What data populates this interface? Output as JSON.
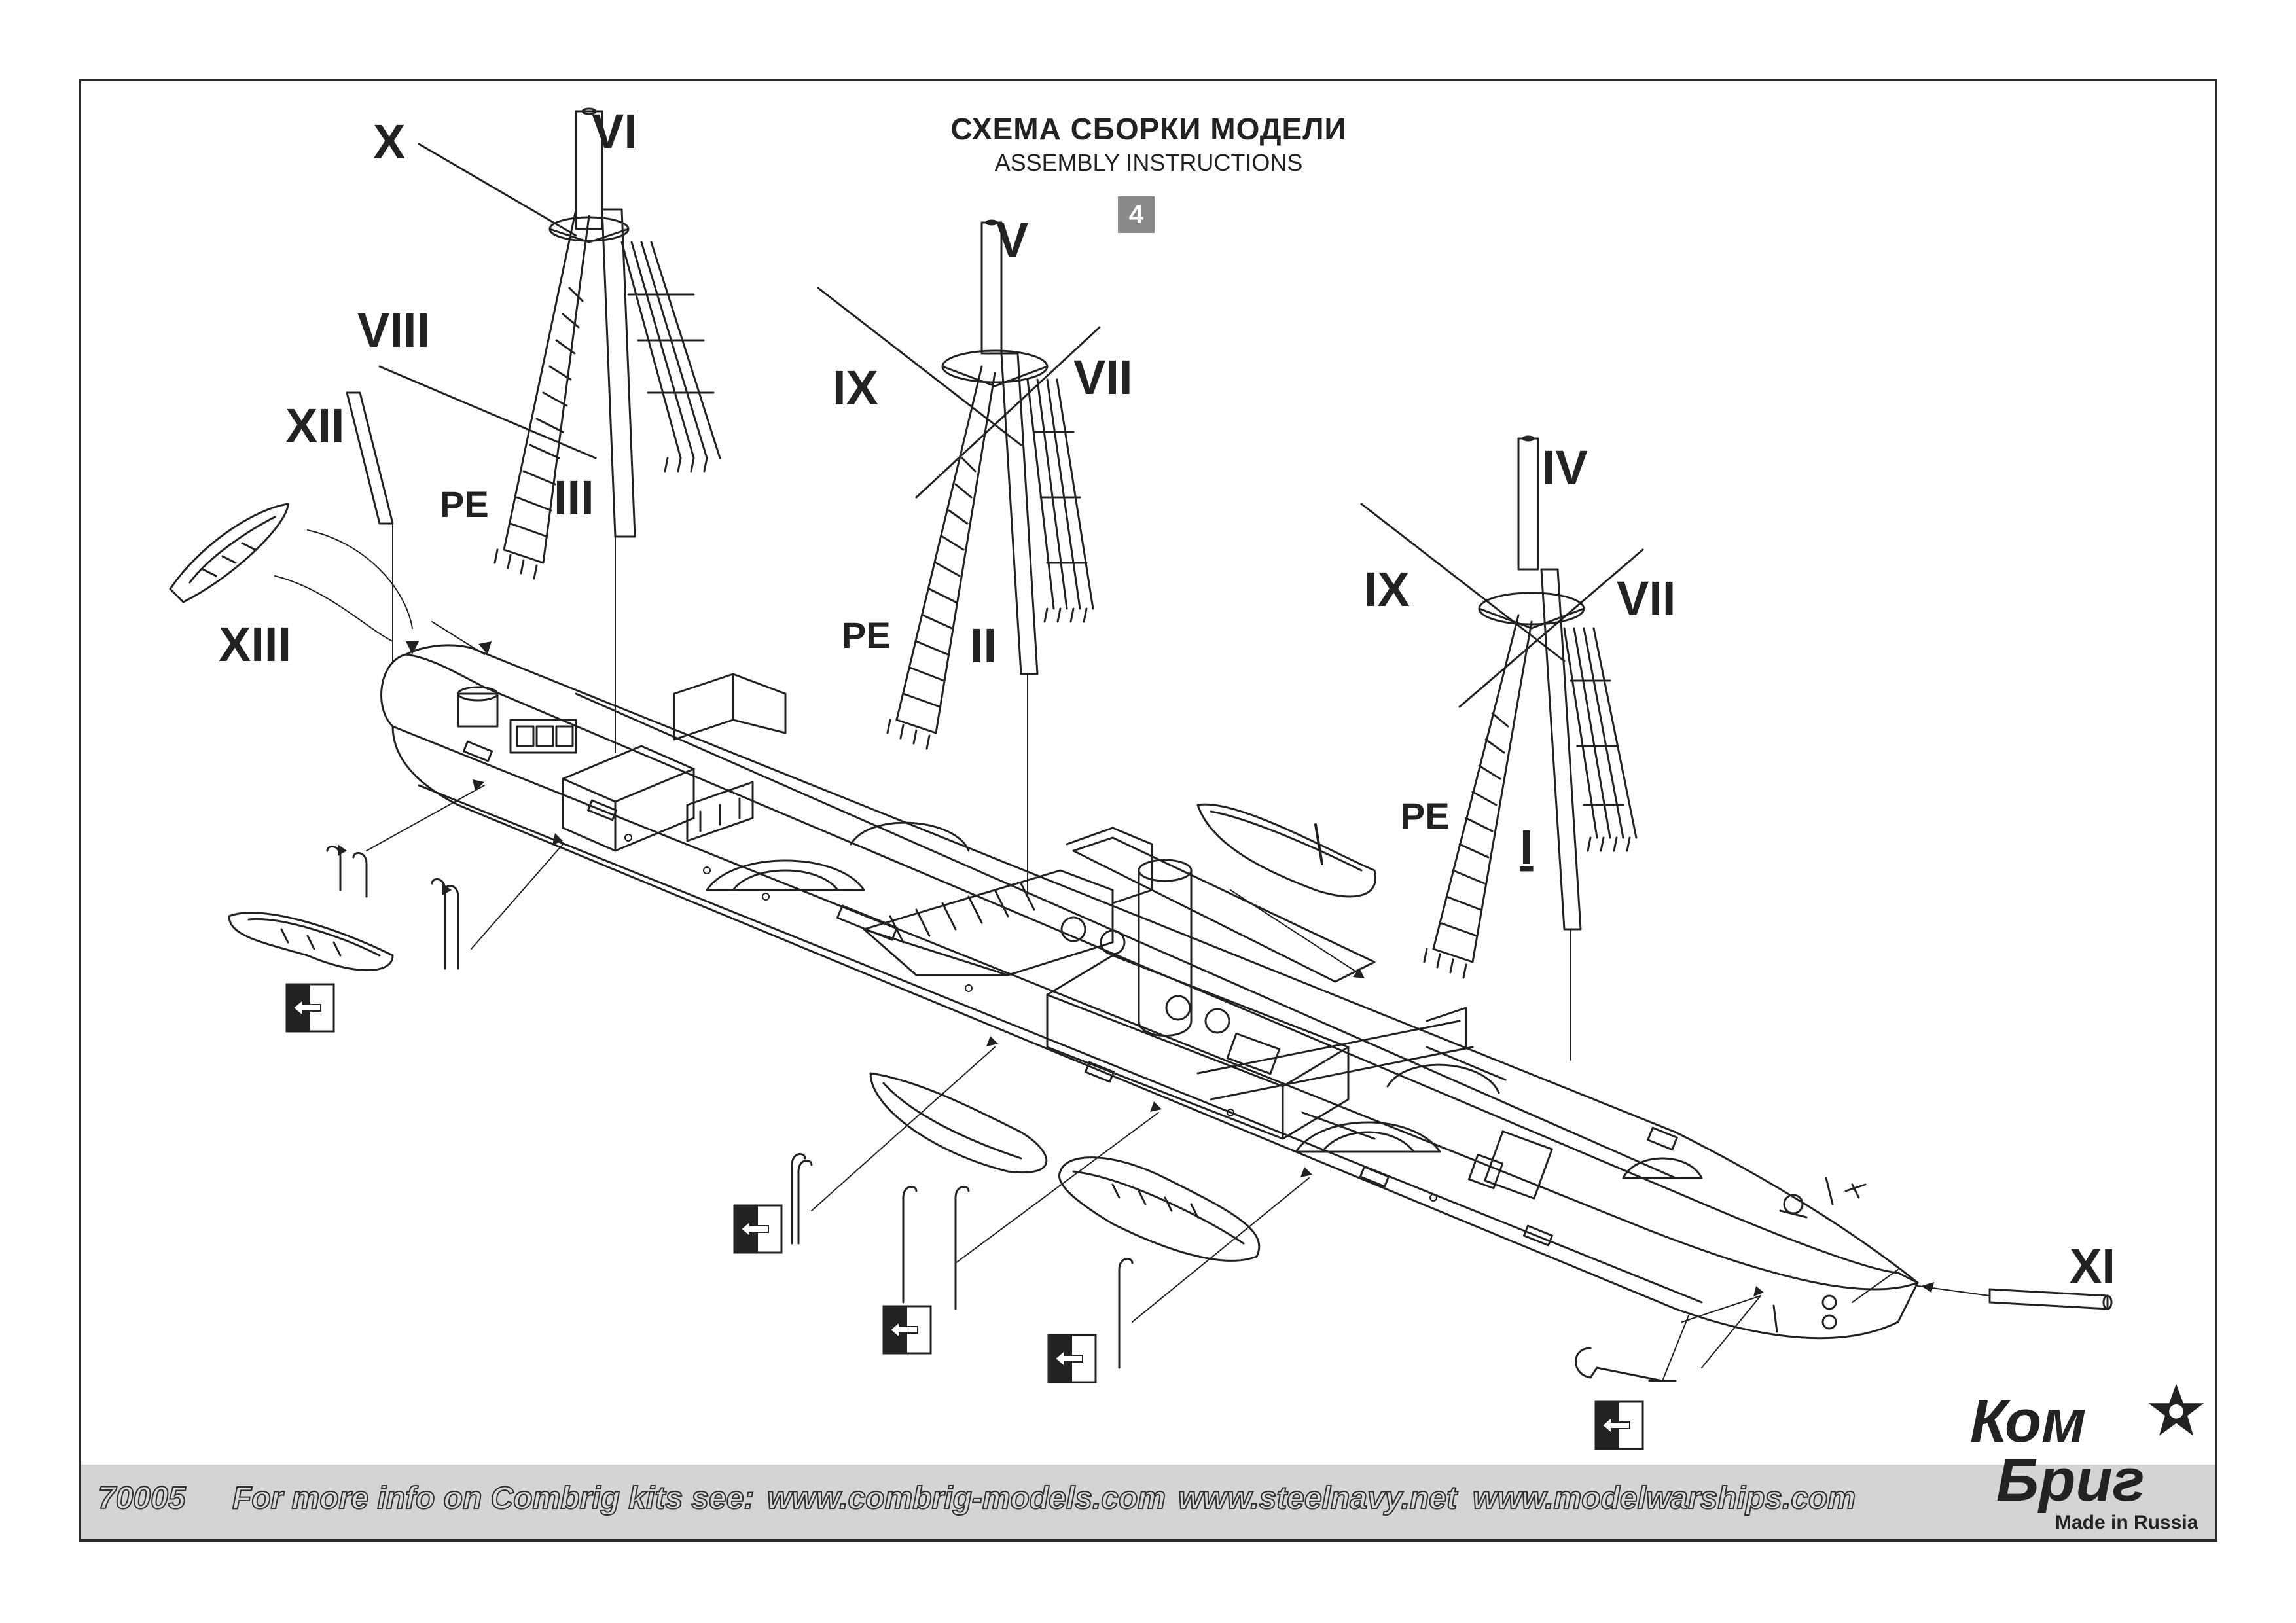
{
  "header": {
    "title": "СХЕМА СБОРКИ МОДЕЛИ",
    "subtitle": "ASSEMBLY INSTRUCTIONS",
    "step": "4"
  },
  "parts": {
    "I": "I",
    "II": "II",
    "III": "III",
    "IV": "IV",
    "V": "V",
    "VI": "VI",
    "VII": "VII",
    "VIII": "VIII",
    "IX": "IX",
    "X": "X",
    "XI": "XI",
    "XII": "XII",
    "XIII": "XIII",
    "PE": "PE"
  },
  "footer": {
    "kit_number": "70005",
    "info": "For more info on Combrig kits see:",
    "site1": "www.combrig-models.com",
    "site2": "www.steelnavy.net",
    "site3": "www.modelwarships.com"
  },
  "brand": {
    "word1": "Ком",
    "word2": "Бриг",
    "made": "Made in Russia"
  },
  "colors": {
    "ink": "#222222",
    "footer_band": "#d4d4d4",
    "step_box": "#8a8a8a"
  }
}
